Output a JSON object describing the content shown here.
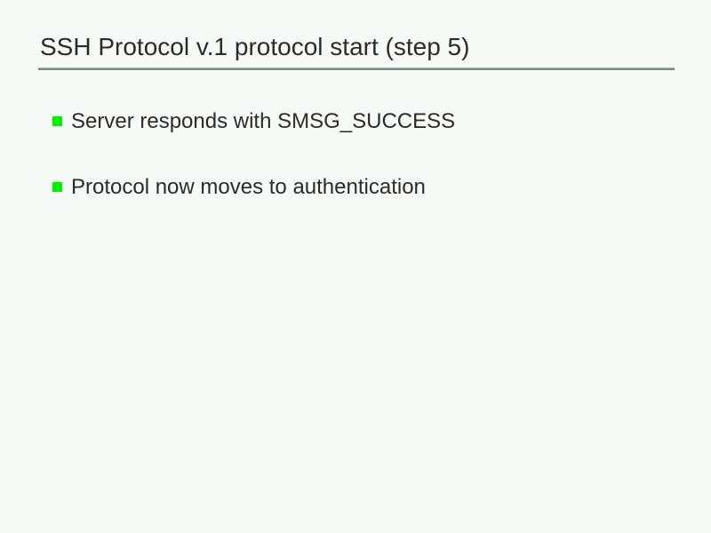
{
  "slide": {
    "title": "SSH Protocol v.1 protocol start (step 5)",
    "background_color": "#f5faf7",
    "title_color": "#2b2b2b",
    "rule_color": "#7f8a84",
    "bullet_color": "#00f000",
    "bullets": [
      {
        "marker": "green-square-bullet",
        "text": "Server responds with SMSG_SUCCESS"
      },
      {
        "marker": "green-square-bullet",
        "text": "Protocol now moves to authentication"
      }
    ]
  }
}
